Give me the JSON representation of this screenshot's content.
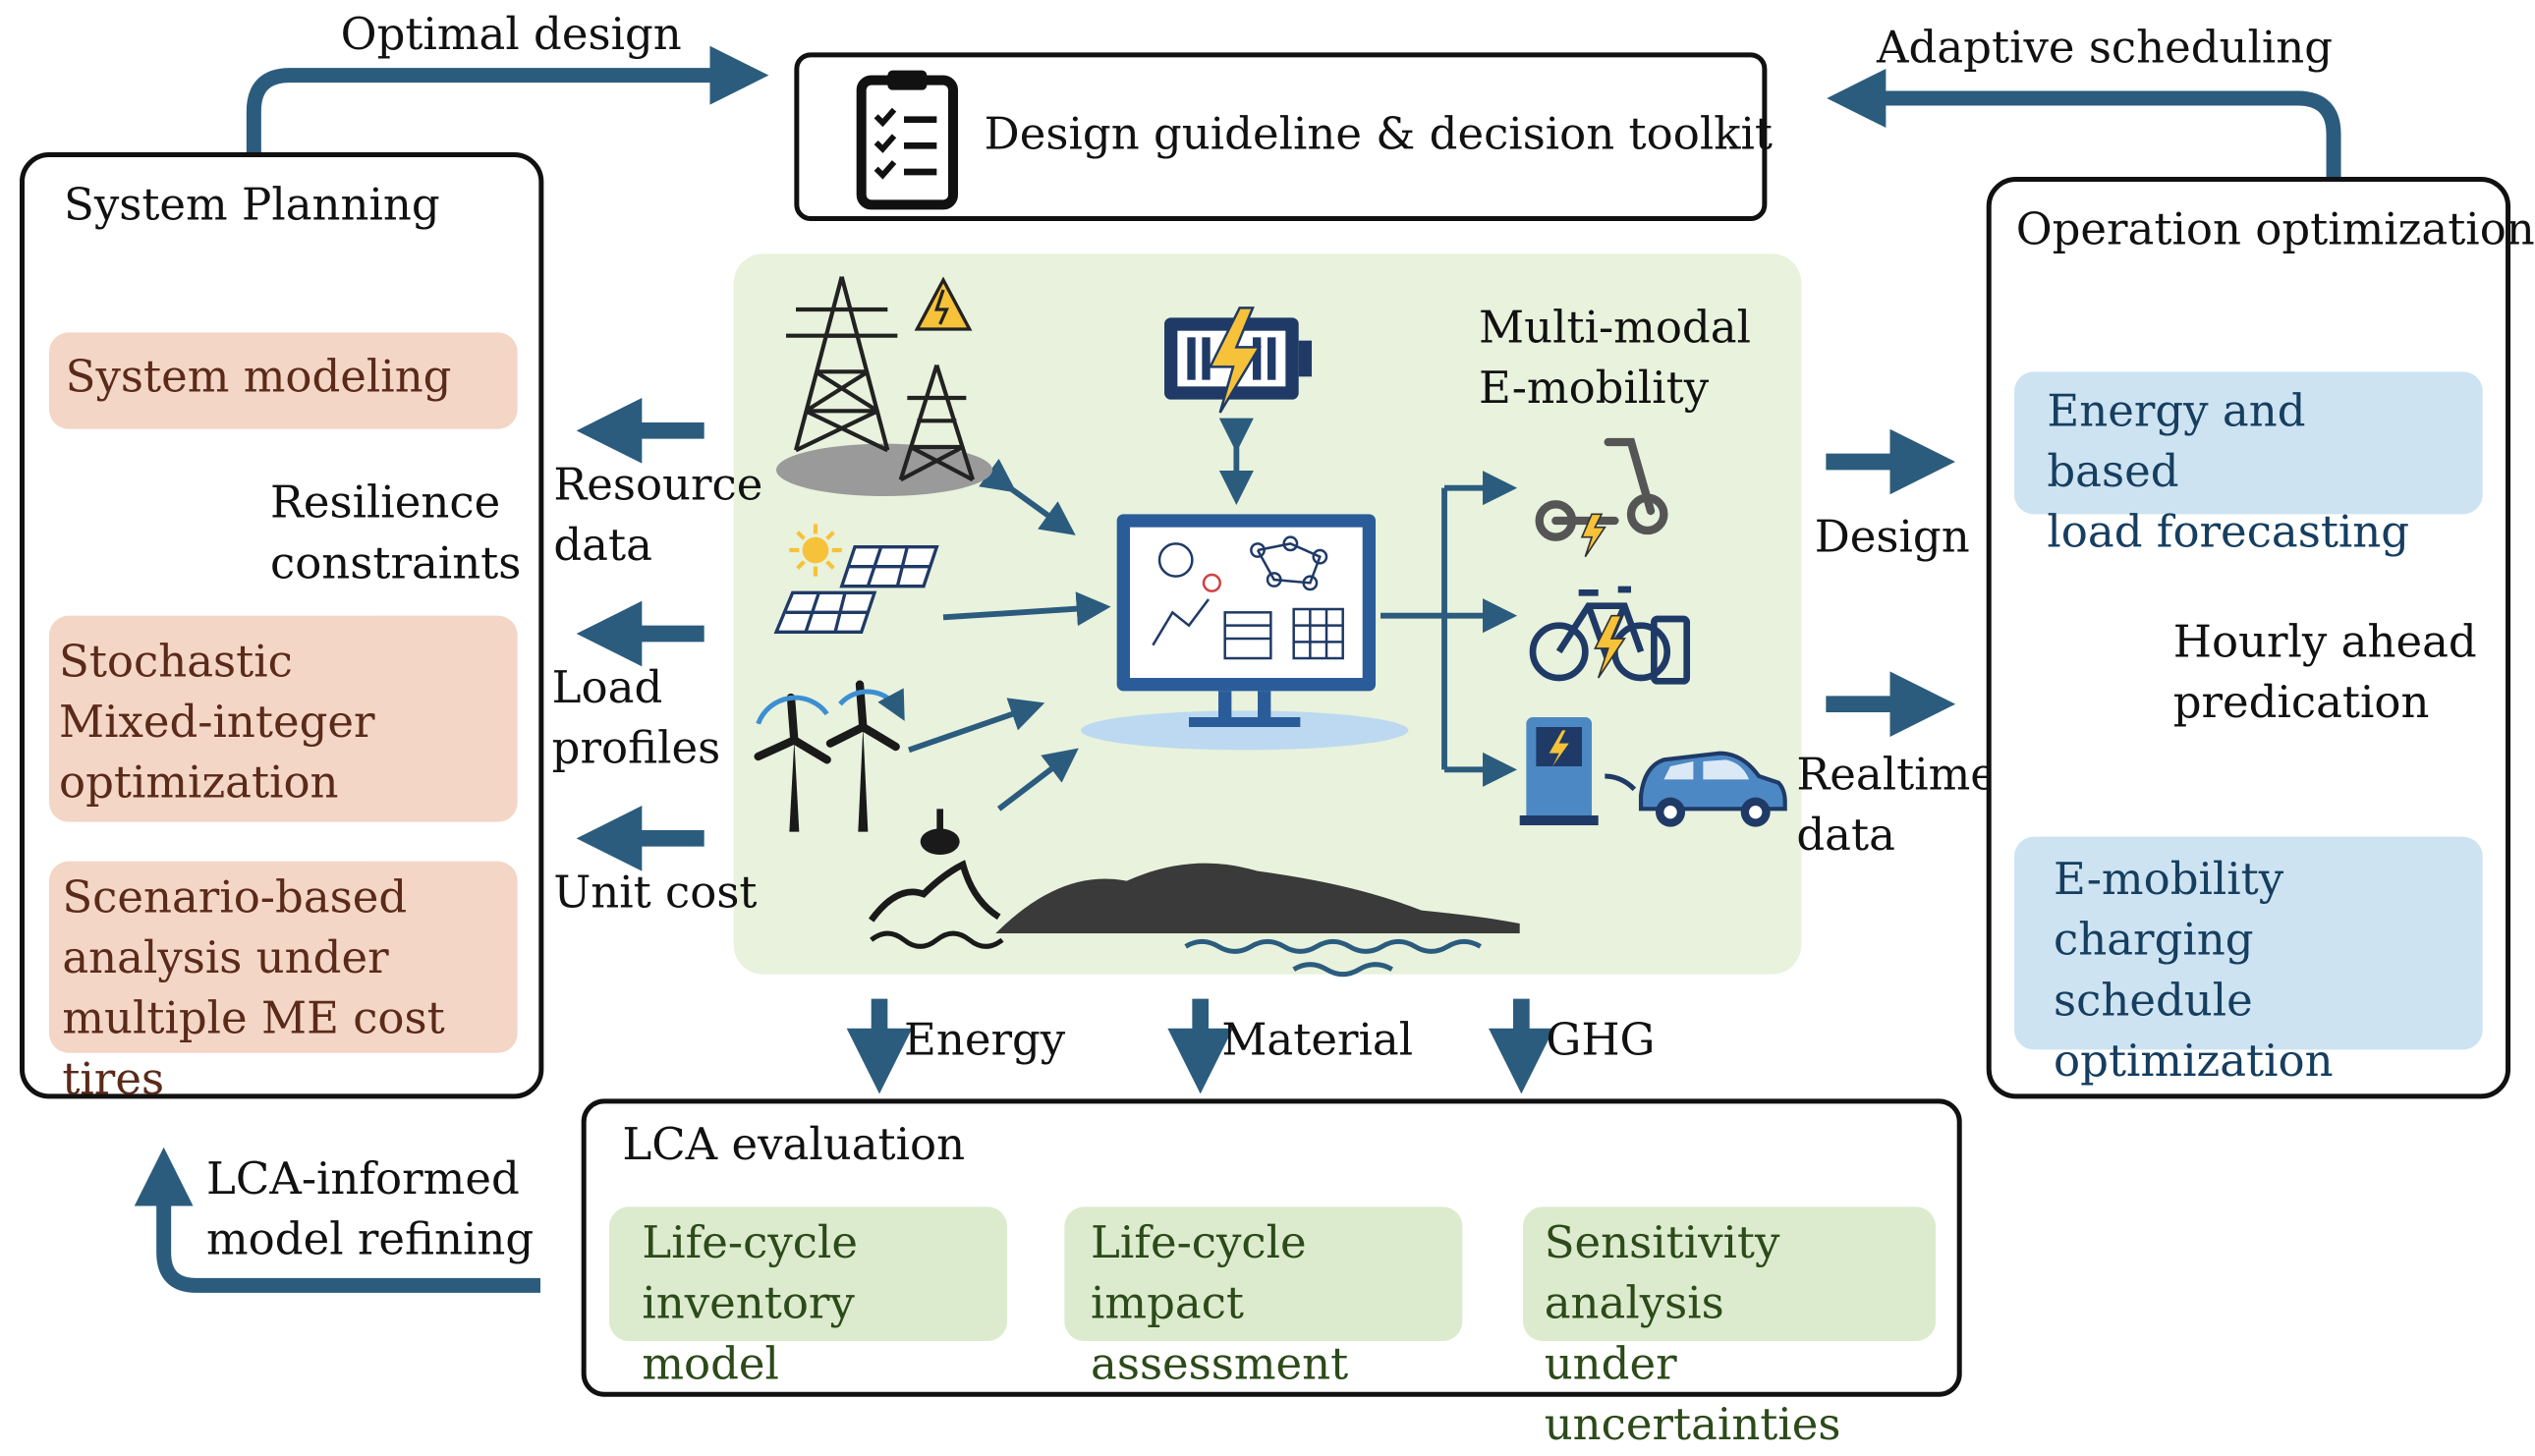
{
  "colors": {
    "arrow_blue": "#2b5c7e",
    "pink_box": "#f4d6c6",
    "blue_box": "#cde3f1",
    "green_box": "#dcebcd",
    "center_bg": "#e8f2dc"
  },
  "top": {
    "optimal_design": "Optimal design",
    "adaptive_scheduling": "Adaptive scheduling",
    "toolkit_label": "Design guideline & decision toolkit",
    "toolkit_icon": "clipboard-checklist-icon"
  },
  "left": {
    "title": "System Planning",
    "system_modeling": "System modeling",
    "resilience": "Resilience\nconstraints",
    "stochastic": "Stochastic\nMixed-integer\noptimization",
    "scenario": "Scenario-based\nanalysis under\nmultiple ME cost tires"
  },
  "inputs": {
    "resource": "Resource\ndata",
    "load": "Load\nprofiles",
    "unit_cost": "Unit cost"
  },
  "center": {
    "multimodal": "Multi-modal\nE-mobility",
    "icons": [
      "transmission-tower-icon",
      "battery-icon",
      "solar-panel-icon",
      "wind-turbine-icon",
      "wave-energy-icon",
      "computer-monitor-icon",
      "e-scooter-icon",
      "e-bike-icon",
      "charging-station-icon",
      "electric-car-icon"
    ]
  },
  "right": {
    "design": "Design",
    "realtime": "Realtime\ndata",
    "title": "Operation optimization",
    "forecast": "Energy and based\nload forecasting",
    "hourly": "Hourly ahead\npredication",
    "emobility": "E-mobility\ncharging schedule\noptimization"
  },
  "flows": {
    "energy": "Energy",
    "material": "Material",
    "ghg": "GHG"
  },
  "lca": {
    "title": "LCA evaluation",
    "inventory": "Life-cycle\ninventory model",
    "impact": "Life-cycle impact\nassessment",
    "sensitivity": "Sensitivity analysis\nunder uncertainties"
  },
  "feedback": {
    "refining": "LCA-informed\nmodel refining"
  }
}
